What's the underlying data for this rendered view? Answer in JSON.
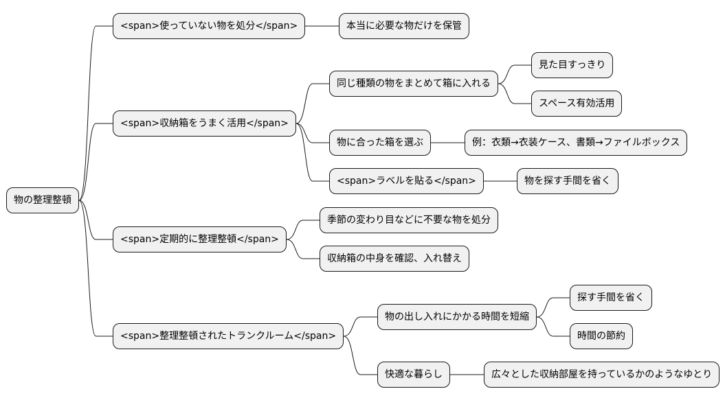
{
  "root": {
    "label": "物の整理整頓"
  },
  "branches": [
    {
      "label": "<span>使っていない物を処分</span>",
      "children": [
        {
          "label": "本当に必要な物だけを保管",
          "children": []
        }
      ]
    },
    {
      "label": "<span>収納箱をうまく活用</span>",
      "children": [
        {
          "label": "同じ種類の物をまとめて箱に入れる",
          "children": [
            {
              "label": "見た目すっきり"
            },
            {
              "label": "スペース有効活用"
            }
          ]
        },
        {
          "label": "物に合った箱を選ぶ",
          "children": [
            {
              "label": "例：衣類→衣装ケース、書類→ファイルボックス"
            }
          ]
        },
        {
          "label": "<span>ラベルを貼る</span>",
          "children": [
            {
              "label": "物を探す手間を省く"
            }
          ]
        }
      ]
    },
    {
      "label": "<span>定期的に整理整頓</span>",
      "children": [
        {
          "label": "季節の変わり目などに不要な物を処分",
          "children": []
        },
        {
          "label": "収納箱の中身を確認、入れ替え",
          "children": []
        }
      ]
    },
    {
      "label": "<span>整理整頓されたトランクルーム</span>",
      "children": [
        {
          "label": "物の出し入れにかかる時間を短縮",
          "children": [
            {
              "label": "探す手間を省く"
            },
            {
              "label": "時間の節約"
            }
          ]
        },
        {
          "label": "快適な暮らし",
          "children": [
            {
              "label": "広々とした収納部屋を持っているかのようなゆとり"
            }
          ]
        }
      ]
    }
  ]
}
